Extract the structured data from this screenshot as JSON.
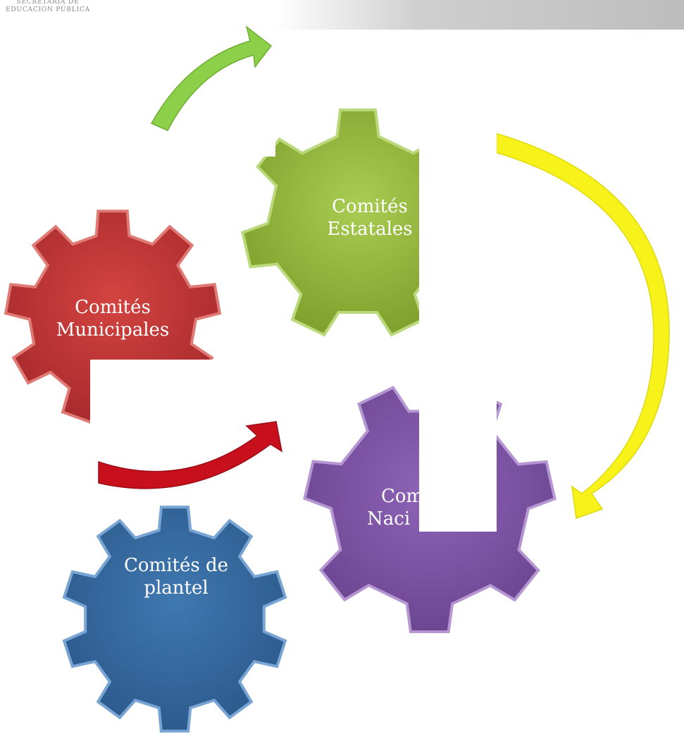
{
  "header": {
    "logo_line1": "SECRETARÍA DE",
    "logo_line2": "EDUCACIÓN PÚBLICA"
  },
  "diagram": {
    "nodes": [
      {
        "id": "estatales",
        "line1": "Comités",
        "line2": "Estatales",
        "color": "#8db33a"
      },
      {
        "id": "municipales",
        "line1": "Comités",
        "line2": "Municipales",
        "color": "#c0353a"
      },
      {
        "id": "nacionales",
        "line1": "Com",
        "line2": "Naci",
        "color": "#7e52a6"
      },
      {
        "id": "plantel",
        "line1": "Comités de",
        "line2": "plantel",
        "color": "#356aa0"
      }
    ],
    "arrows": [
      {
        "id": "green-arrow",
        "color": "#8cd04a"
      },
      {
        "id": "yellow-arrow",
        "color": "#f7f21a"
      },
      {
        "id": "red-arrow",
        "color": "#c8101c"
      }
    ]
  }
}
